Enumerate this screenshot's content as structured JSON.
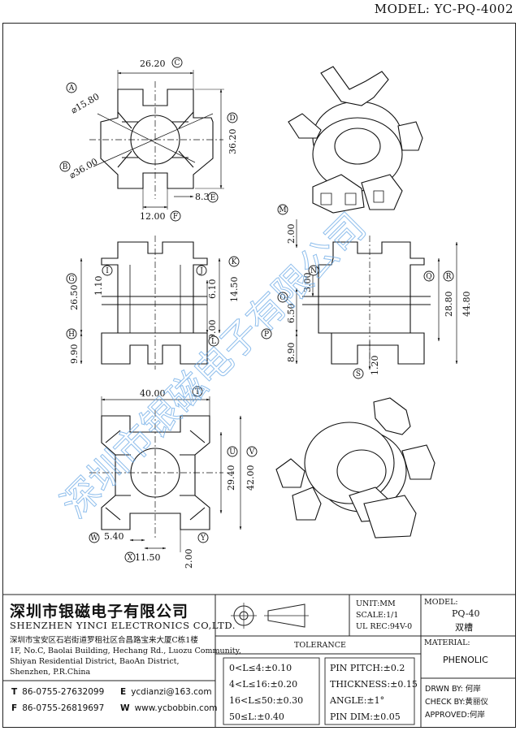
{
  "title": "MODEL: YC-PQ-4002",
  "dimensions": {
    "top_width": "26.20",
    "inner_dia": "15.80",
    "outer_dia": "36.00",
    "height_d": "36.20",
    "slot_e": "8.31",
    "bottom_f": "12.00",
    "g": "26.50",
    "i": "1.10",
    "j": "6.10",
    "k": "14.50",
    "h": "9.90",
    "l": "9.00",
    "m": "2.00",
    "n": "3.00",
    "o": "6.50",
    "p": "8.90",
    "q": "28.80",
    "r": "44.80",
    "s": "1.20",
    "t": "40.00",
    "u": "29.40",
    "v": "42.00",
    "w": "5.40",
    "x": "11.50",
    "y": "2.00"
  },
  "labels": [
    "A",
    "B",
    "C",
    "D",
    "E",
    "F",
    "G",
    "H",
    "I",
    "J",
    "K",
    "L",
    "M",
    "N",
    "O",
    "P",
    "Q",
    "R",
    "S",
    "T",
    "U",
    "V",
    "W",
    "X",
    "Y"
  ],
  "title_block": {
    "company_cn": "深圳市银磁电子有限公司",
    "company_en": "SHENZHEN YINCI ELECTRONICS CO,LTD.",
    "address_cn": "深圳市宝安区石岩街道罗租社区合昌路宝来大厦C栋1楼",
    "address_en": [
      "1F, No.C, Baolai Building, Hechang Rd., Luozu Community,",
      "Shiyan Residential District, BaoAn District,",
      "Shenzhen, P.R.China"
    ],
    "tel_label": "T",
    "tel": "86-0755-27632099",
    "fax_label": "F",
    "fax": "86-0755-26819697",
    "email_label": "E",
    "email": "ycdianzi@163.com",
    "web_label": "W",
    "web": "www.ycbobbin.com",
    "unit": "UNIT:MM",
    "scale": "SCALE:1/1",
    "ul_rec": "UL REC:94V-0",
    "model_label": "MODEL:",
    "model_value": "PQ-40",
    "model_sub": "双槽",
    "material_label": "MATERIAL:",
    "material_value": "PHENOLIC",
    "tolerance_label": "TOLERANCE",
    "tol_rows": [
      "0<L≤4:±0.10",
      "4<L≤16:±0.20",
      "16<L≤50:±0.30",
      "50≤L:±0.40"
    ],
    "tol_rows_right": [
      "PIN PITCH:±0.2",
      "THICKNESS:±0.15",
      "ANGLE:±1°",
      "PIN DIM:±0.05"
    ],
    "drawn": "DRWN BY: 何岸",
    "check": "CHECK BY:黄丽仪",
    "approved": "APPROVED:何岸"
  },
  "watermark": "深圳市银磁电子有限公司"
}
